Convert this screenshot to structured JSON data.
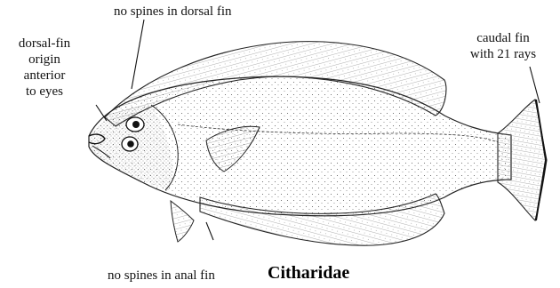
{
  "title": "Citharidae",
  "labels": {
    "dorsal_no_spines": "no spines in dorsal fin",
    "dorsal_origin": "dorsal-fin\norigin\nanterior\nto eyes",
    "caudal": "caudal fin\nwith 21 rays",
    "anal_no_spines": "no spines in anal fin"
  },
  "colors": {
    "ink": "#111111",
    "stipple": "#555555",
    "background": "#ffffff"
  },
  "icons": [
    "flatfish-illustration"
  ]
}
